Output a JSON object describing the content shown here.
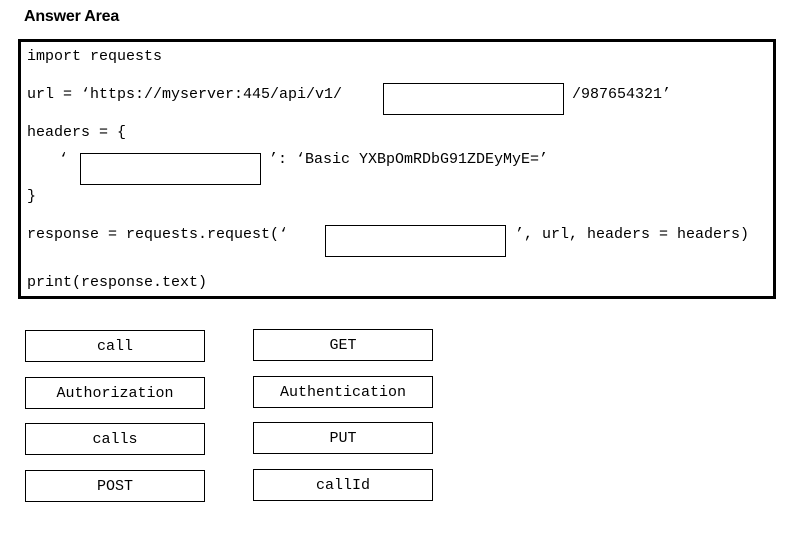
{
  "title": "Answer Area",
  "code": {
    "line1": "import requests",
    "line2_prefix": "url = ‘https://myserver:445/api/v1/",
    "line2_suffix": "/987654321’",
    "line3": "headers = {",
    "line4_prefix": "‘",
    "line4_suffix": "’: ‘Basic YXBpOmRDbG91ZDEyMyE=’",
    "line5": "}",
    "line6_prefix": "response = requests.request(‘",
    "line6_suffix": "’, url, headers = headers)",
    "line7": "print(response.text)"
  },
  "options": {
    "left": [
      "call",
      "Authorization",
      "calls",
      "POST"
    ],
    "right": [
      "GET",
      "Authentication",
      "PUT",
      "callId"
    ]
  }
}
